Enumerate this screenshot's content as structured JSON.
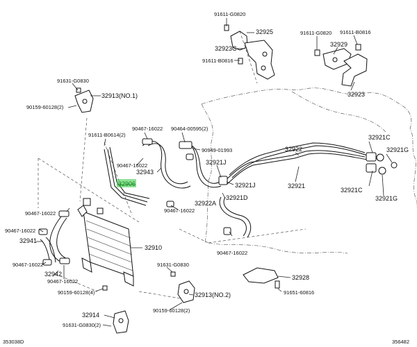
{
  "diagram": {
    "footer_left": "353038D",
    "footer_right": "356482"
  },
  "callouts": {
    "c1": "91611-G0820",
    "c2": "32925",
    "c3": "91611-G0820",
    "c4": "91611-B0816",
    "c5": "32929",
    "c6": "32923C",
    "c7": "91611-B0816",
    "c8": "32923",
    "c9": "91631-G0830",
    "c10": "32913(NO.1)",
    "c11": "90159-60128(2)",
    "c12": "91611-B0614(2)",
    "c13": "90467-16022",
    "c14": "90464-00595(2)",
    "c15": "90949-01993",
    "c16": "32921C",
    "c17": "32922",
    "c18": "32921G",
    "c19": "90467-16022",
    "c20": "32921J",
    "c21": "32943",
    "c22": "32906",
    "c23": "32921J",
    "c24": "32921",
    "c25": "32921C",
    "c26": "32921G",
    "c27": "32922A",
    "c28": "32921D",
    "c29": "90467-16022",
    "c30": "90467-16022",
    "c31": "90467-16022",
    "c32": "32941",
    "c33": "32910",
    "c34": "90467-16022",
    "c35": "90467-16022",
    "c36": "32942",
    "c37": "90467-16022",
    "c38": "91631-G0830",
    "c39": "32928",
    "c40": "90159-60128(4)",
    "c41": "32913(NO.2)",
    "c42": "91651-60816",
    "c43": "90159-60128(2)",
    "c44": "32914",
    "c45": "91631-G0830(2)"
  }
}
